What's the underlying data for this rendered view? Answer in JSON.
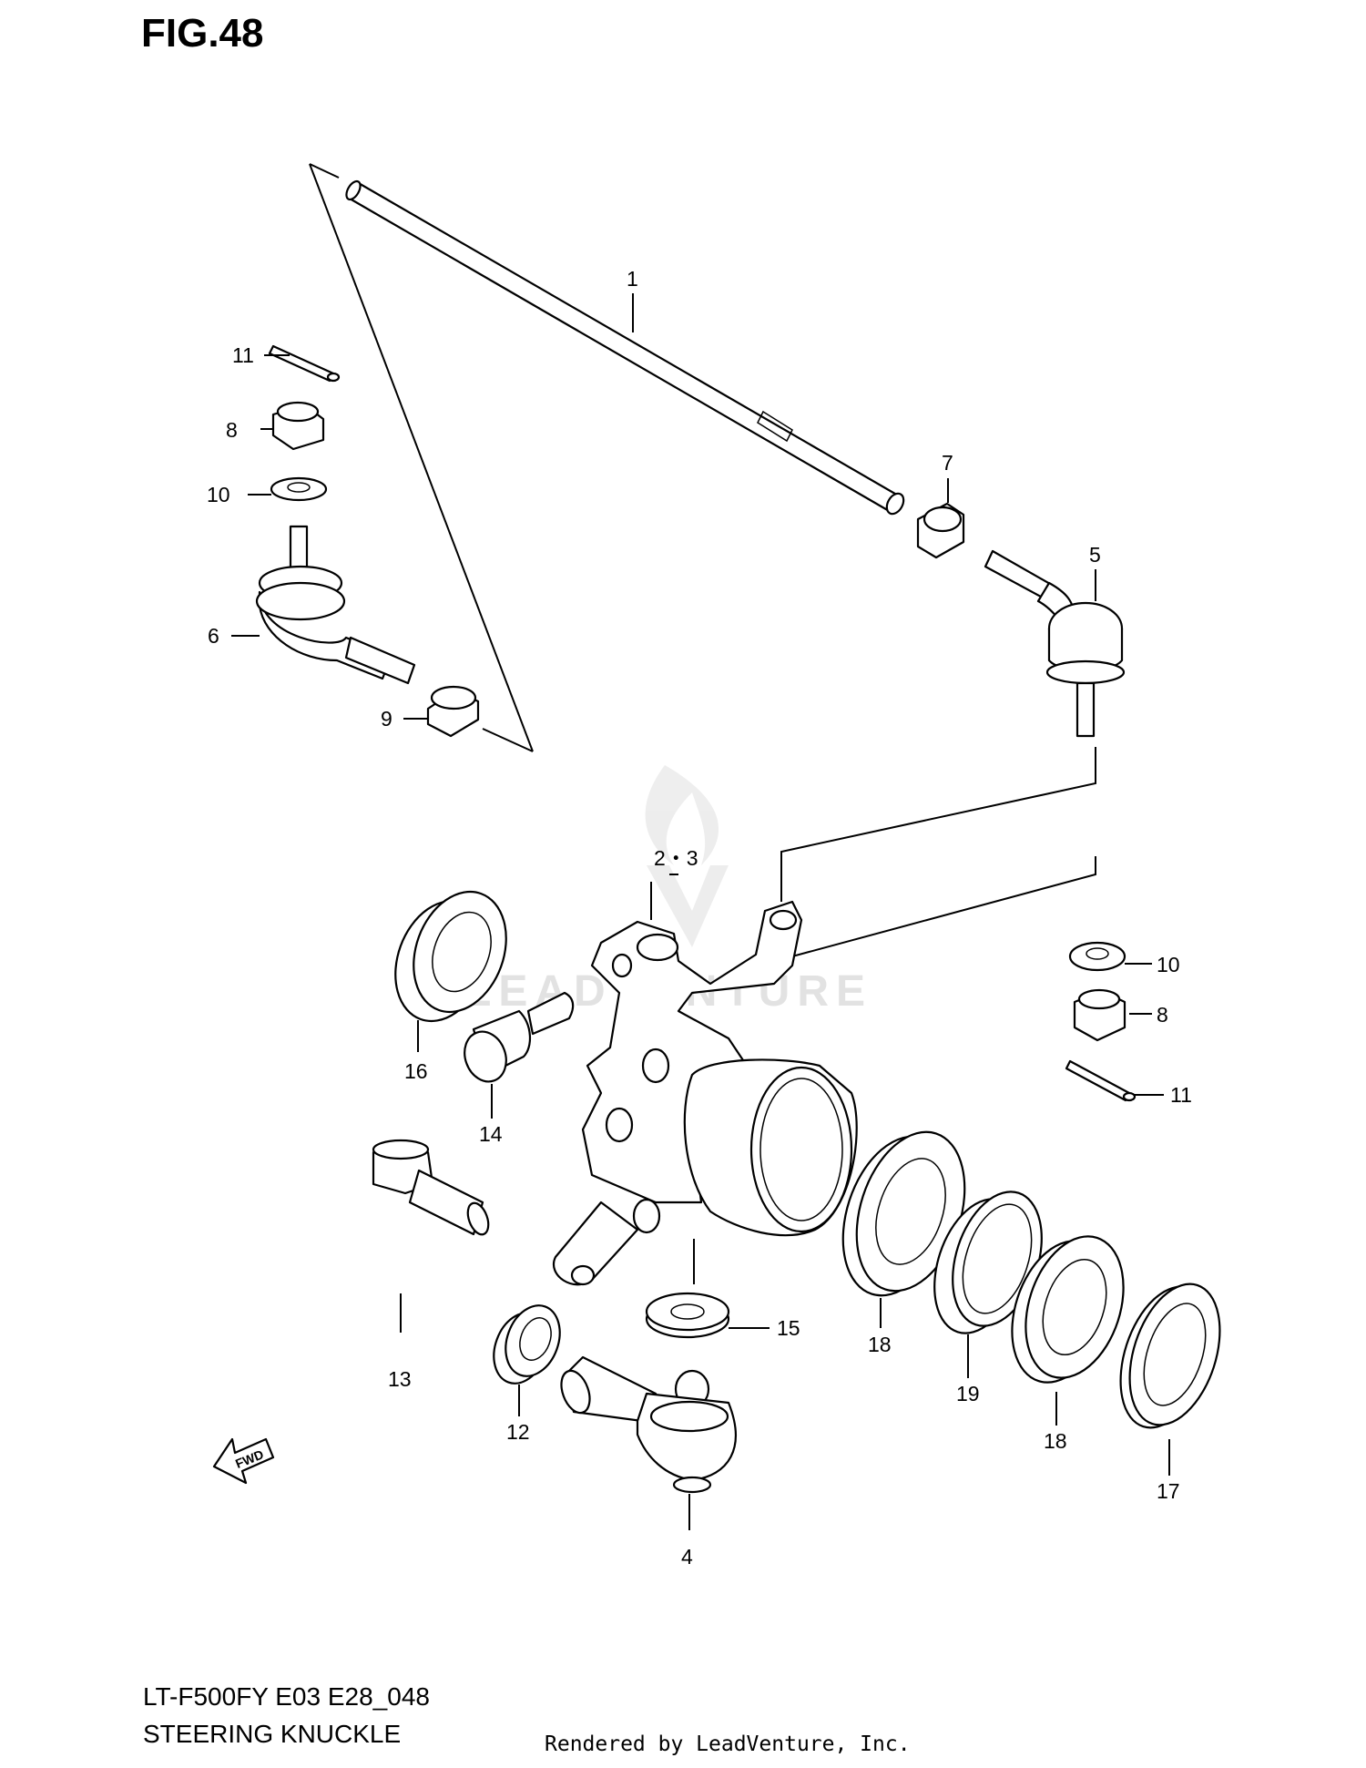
{
  "figure": {
    "title": "FIG.48"
  },
  "callouts": {
    "c1": "1",
    "c23": "2・3",
    "c4": "4",
    "c5": "5",
    "c6": "6",
    "c7": "7",
    "c8a": "8",
    "c8b": "8",
    "c9": "9",
    "c10a": "10",
    "c10b": "10",
    "c11a": "11",
    "c11b": "11",
    "c12": "12",
    "c13": "13",
    "c14": "14",
    "c15": "15",
    "c16": "16",
    "c17": "17",
    "c18a": "18",
    "c18b": "18",
    "c19": "19"
  },
  "fwd_label": "FWD",
  "watermark": {
    "text": "LEADVENTURE"
  },
  "footer": {
    "model_code": "LT-F500FY E03 E28_048",
    "section_name": "STEERING KNUCKLE",
    "credit": "Rendered by LeadVenture, Inc."
  }
}
